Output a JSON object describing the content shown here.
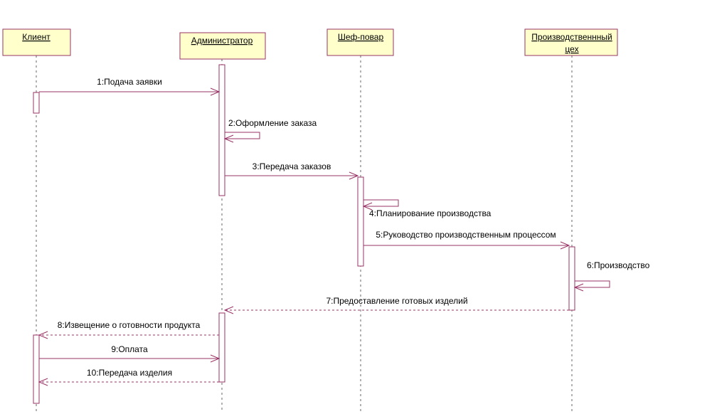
{
  "diagram": {
    "type": "uml-sequence",
    "colors": {
      "actor_fill": "#ffffcc",
      "stroke": "#993366",
      "lifeline": "#666666",
      "text": "#000000"
    },
    "actors": [
      {
        "id": "client",
        "label_lines": [
          "Клиент"
        ]
      },
      {
        "id": "admin",
        "label_lines": [
          "Администратор"
        ]
      },
      {
        "id": "chef",
        "label_lines": [
          "Шеф-повар"
        ]
      },
      {
        "id": "shop",
        "label_lines": [
          "Производственнный",
          "цех"
        ]
      }
    ],
    "messages": [
      {
        "label": "1:Подача заявки",
        "from": "client",
        "to": "admin",
        "style": "solid"
      },
      {
        "label": "2:Оформление заказа",
        "from": "admin",
        "to": "admin",
        "style": "self"
      },
      {
        "label": "3:Передача заказов",
        "from": "admin",
        "to": "chef",
        "style": "solid"
      },
      {
        "label": "4:Планирование производства",
        "from": "chef",
        "to": "chef",
        "style": "self"
      },
      {
        "label": "5:Руководство производственным процессом",
        "from": "chef",
        "to": "shop",
        "style": "solid"
      },
      {
        "label": "6:Производство",
        "from": "shop",
        "to": "shop",
        "style": "self"
      },
      {
        "label": "7:Предоставление готовых изделий",
        "from": "shop",
        "to": "admin",
        "style": "dashed"
      },
      {
        "label": "8:Извещение о готовности продукта",
        "from": "admin",
        "to": "client",
        "style": "dashed"
      },
      {
        "label": "9:Оплата",
        "from": "client",
        "to": "admin",
        "style": "solid"
      },
      {
        "label": "10:Передача изделия",
        "from": "admin",
        "to": "client",
        "style": "dashed"
      }
    ]
  }
}
